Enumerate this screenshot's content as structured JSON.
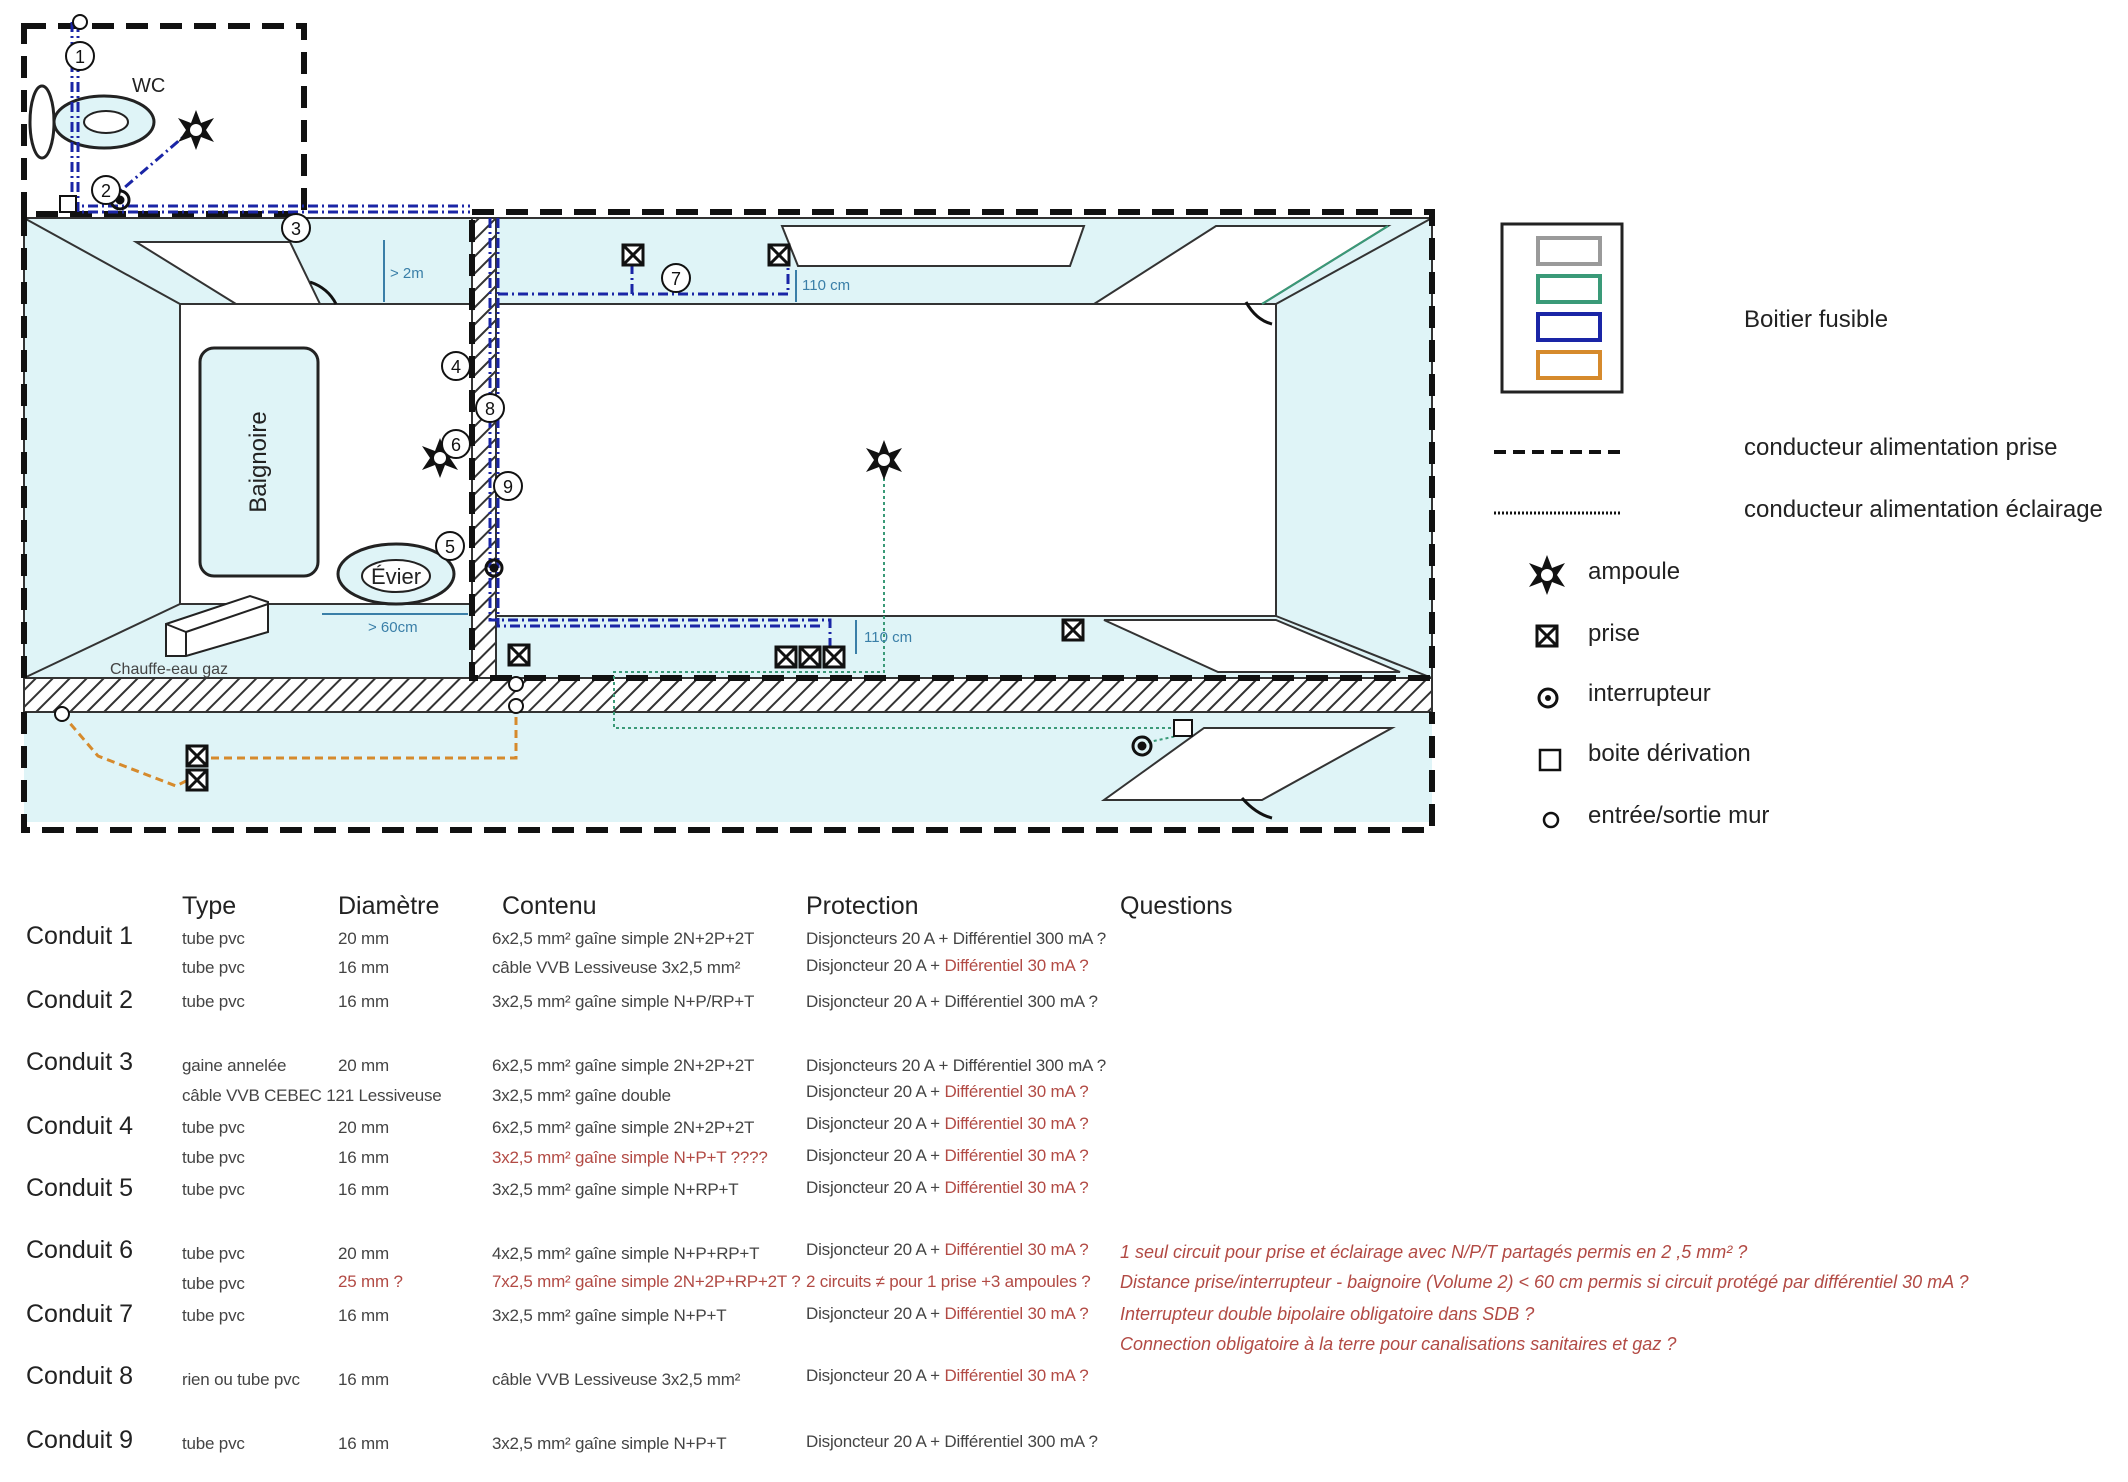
{
  "colors": {
    "room_fill": "#dff4f7",
    "wall_hatch": "#333333",
    "circuit_grey": "#9a9a9a",
    "circuit_green": "#3a9a78",
    "circuit_blue": "#1a25a6",
    "circuit_orange": "#d68a2c",
    "dimension": "#3a7fa8",
    "red_text": "#b24a44"
  },
  "plan": {
    "room_wc": "WC",
    "bathtub": "Baignoire",
    "sink": "Évier",
    "water_heater": "Chauffe-eau gaz",
    "dim_2m": "> 2m",
    "dim_60cm": "> 60cm",
    "dim_110cm_top": "110 cm",
    "dim_110cm_bottom": "110 cm",
    "conduit_numbers": [
      "1",
      "2",
      "3",
      "4",
      "5",
      "6",
      "7",
      "8",
      "9"
    ]
  },
  "legend": {
    "fuse_box": "Boitier fusible",
    "socket_line": "conducteur alimentation prise",
    "lighting_line": "conducteur alimentation éclairage",
    "bulb": "ampoule",
    "socket": "prise",
    "switch": "interrupteur",
    "junction_box": "boite dérivation",
    "wall_entry": "entrée/sortie mur",
    "fuse_colors": [
      "#9a9a9a",
      "#3a9a78",
      "#1a25a6",
      "#d68a2c"
    ]
  },
  "table": {
    "headers": {
      "type": "Type",
      "diameter": "Diamètre",
      "content": "Contenu",
      "protection": "Protection",
      "questions": "Questions"
    },
    "rows": [
      {
        "name": "Conduit 1",
        "lines": [
          {
            "type": "tube pvc",
            "diameter": "20 mm",
            "content": "6x2,5 mm² gaîne simple 2N+2P+2T",
            "prot_a": "Disjoncteurs 20 A + Différentiel 300 mA ?",
            "prot_b": ""
          },
          {
            "type": "tube pvc",
            "diameter": "16 mm",
            "content": "câble VVB Lessiveuse 3x2,5 mm²",
            "prot_a": "Disjoncteur 20 A + ",
            "prot_b": "Différentiel 30 mA ?"
          }
        ]
      },
      {
        "name": "Conduit 2",
        "lines": [
          {
            "type": "tube pvc",
            "diameter": "16 mm",
            "content": "3x2,5 mm² gaîne simple N+P/RP+T",
            "prot_a": "Disjoncteur 20 A + Différentiel 300 mA ?",
            "prot_b": ""
          }
        ]
      },
      {
        "name": "Conduit 3",
        "lines": [
          {
            "type": "gaine annelée",
            "diameter": "20 mm",
            "content": "6x2,5 mm² gaîne simple 2N+2P+2T",
            "prot_a": "Disjoncteurs 20 A + Différentiel 300 mA ?",
            "prot_b": ""
          },
          {
            "type": "câble VVB CEBEC 121 Lessiveuse",
            "diameter": "",
            "content": "3x2,5 mm² gaîne double",
            "prot_a": "Disjoncteur 20 A + ",
            "prot_b": "Différentiel 30 mA ?"
          }
        ]
      },
      {
        "name": "Conduit 4",
        "lines": [
          {
            "type": "tube pvc",
            "diameter": "20 mm",
            "content": "6x2,5 mm² gaîne simple 2N+2P+2T",
            "prot_a": "Disjoncteur 20 A + ",
            "prot_b": "Différentiel 30 mA ?"
          },
          {
            "type": "tube pvc",
            "diameter": "16 mm",
            "content": "3x2,5 mm² gaîne simple N+P+T ????",
            "prot_a": "Disjoncteur 20 A + ",
            "prot_b": "Différentiel 30 mA ?"
          }
        ]
      },
      {
        "name": "Conduit 5",
        "lines": [
          {
            "type": "tube pvc",
            "diameter": "16 mm",
            "content": "3x2,5 mm² gaîne simple N+RP+T",
            "prot_a": "Disjoncteur 20 A + ",
            "prot_b": "Différentiel 30 mA ?"
          }
        ]
      },
      {
        "name": "Conduit 6",
        "lines": [
          {
            "type": "tube pvc",
            "diameter": "20 mm",
            "content": "4x2,5 mm² gaîne simple N+P+RP+T",
            "prot_a": "Disjoncteur 20 A + ",
            "prot_b": "Différentiel 30 mA ?"
          },
          {
            "type": "tube pvc",
            "diameter": "25 mm ?",
            "content": "7x2,5 mm² gaîne simple 2N+2P+RP+2T ?",
            "prot_a": "",
            "prot_b": "2 circuits ≠ pour 1 prise +3 ampoules ?"
          }
        ]
      },
      {
        "name": "Conduit 7",
        "lines": [
          {
            "type": "tube pvc",
            "diameter": "16 mm",
            "content": "3x2,5 mm² gaîne simple N+P+T",
            "prot_a": "Disjoncteur 20 A + ",
            "prot_b": "Différentiel 30 mA ?"
          }
        ]
      },
      {
        "name": "Conduit 8",
        "lines": [
          {
            "type": "rien ou tube pvc",
            "diameter": "16 mm",
            "content": "câble VVB Lessiveuse 3x2,5 mm²",
            "prot_a": "Disjoncteur 20 A + ",
            "prot_b": "Différentiel 30 mA ?"
          }
        ]
      },
      {
        "name": "Conduit 9",
        "lines": [
          {
            "type": "tube pvc",
            "diameter": "16 mm",
            "content": "3x2,5 mm² gaîne simple N+P+T",
            "prot_a": "Disjoncteur 20 A + Différentiel 300 mA ?",
            "prot_b": ""
          }
        ]
      }
    ],
    "questions": [
      "1 seul circuit pour prise et éclairage avec N/P/T partagés permis en 2 ,5 mm² ?",
      "Distance prise/interrupteur - baignoire (Volume 2) < 60 cm permis si circuit protégé par différentiel 30 mA ?",
      "Interrupteur double bipolaire obligatoire dans SDB ?",
      "Connection obligatoire à la terre pour canalisations sanitaires et gaz ?"
    ]
  }
}
